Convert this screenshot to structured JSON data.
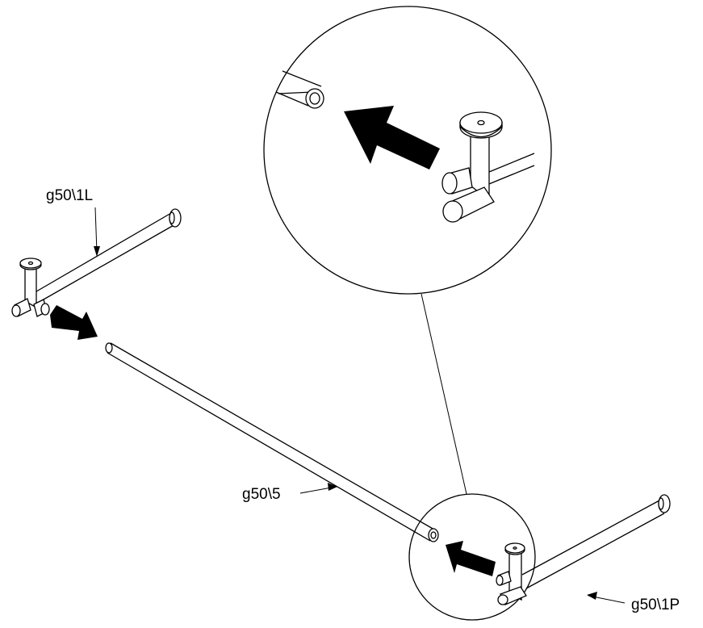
{
  "labels": {
    "left_rail": "g50\\1L",
    "middle_tube": "g50\\5",
    "right_rail": "g50\\1P"
  },
  "colors": {
    "line": "#000000",
    "background": "#ffffff"
  }
}
